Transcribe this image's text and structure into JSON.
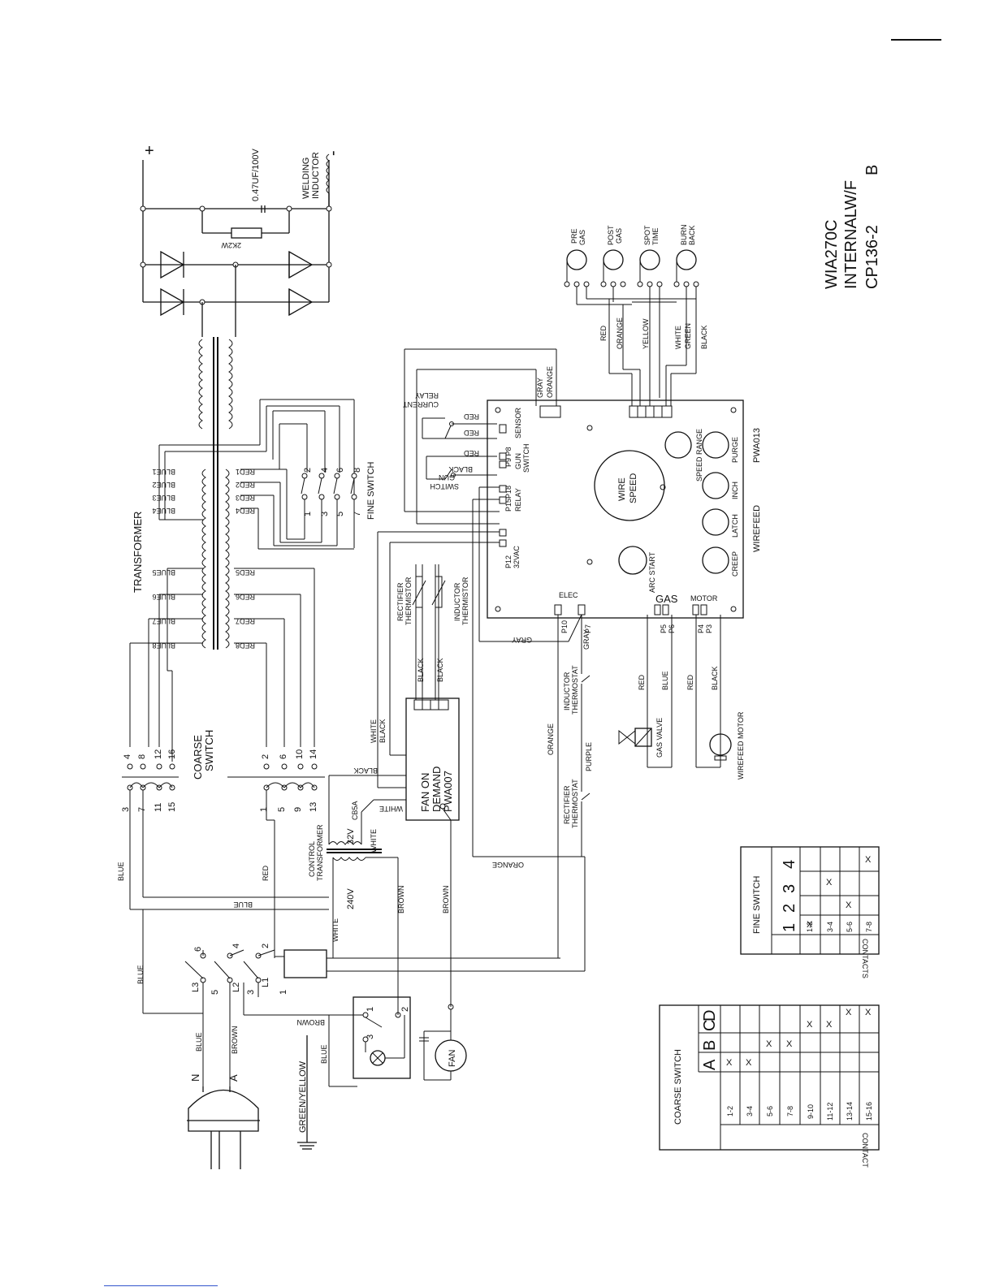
{
  "title": {
    "model": "WIA270C",
    "subtitle": "INTERNALW/F",
    "drawing_no": "CP136-2",
    "revision": "B"
  },
  "output": {
    "plus": "+",
    "minus": "-",
    "capacitor": "0.47UF/100V",
    "resistor": "2K2W",
    "inductor": "WELDING\nINDUCTOR"
  },
  "transformer": {
    "label": "TRANSFORMER",
    "blue_taps": [
      "BLUE1",
      "BLUE2",
      "BLUE3",
      "BLUE4",
      "BLUE5",
      "BLUE6",
      "BLUE7",
      "BLUE8"
    ],
    "red_taps": [
      "RED1",
      "RED2",
      "RED3",
      "RED4",
      "RED5",
      "RED6",
      "RED7",
      "RED8"
    ]
  },
  "fine_switch": {
    "label": "FINE SWITCH",
    "terminals": [
      "1",
      "2",
      "3",
      "4",
      "5",
      "6",
      "7",
      "8"
    ]
  },
  "coarse_switch": {
    "label": "COARSE SWITCH",
    "upper_terminals": [
      "4",
      "8",
      "12",
      "16",
      "3",
      "7",
      "11",
      "15"
    ],
    "lower_terminals": [
      "2",
      "6",
      "10",
      "14",
      "1",
      "5",
      "9",
      "13"
    ]
  },
  "wire_labels": {
    "blue": "BLUE",
    "red": "RED",
    "black": "BLACK",
    "white": "WHITE",
    "brown": "BROWN",
    "gray": "GRAY",
    "orange": "ORANGE",
    "purple": "PURPLE",
    "yellow": "YELLOW",
    "green": "GREEN",
    "green_yellow": "GREEN/YELLOW"
  },
  "control_transformer": {
    "label": "CONTROL TRANSFORMER",
    "secondary": "32V",
    "primary": "240V",
    "breaker": "CB5A"
  },
  "fan_board": {
    "line1": "FAN ON",
    "line2": "DEMAND",
    "line3": "PWA007",
    "fan": "FAN"
  },
  "thermistors": {
    "rectifier": "RECTIFIER THERMISTOR",
    "inductor": "INDUCTOR THERMISTOR"
  },
  "thermostats": {
    "inductor": "INDUCTOR THERMOSTAT",
    "rectifier": "RECTIFIER THERMOSTAT"
  },
  "main_board": {
    "name": "PWA013",
    "section": "WIREFEED",
    "wire_speed": "WIRE SPEED",
    "arc_start": "ARC START",
    "speed_range": "SPEED RANGE",
    "buttons": [
      "CREEP",
      "LATCH",
      "INCH",
      "PURGE"
    ],
    "connectors": {
      "p12": "P12",
      "vac": "32VAC",
      "relay": "RELAY",
      "p15p18": "P15P18",
      "gun_switch": "GUN SWITCH",
      "p9p8": "P9 P8",
      "sensor": "SENSOR",
      "elec": "ELEC",
      "p10": "P10",
      "p7": "P7",
      "gas": "GAS",
      "p5": "P5",
      "p6": "P6",
      "motor": "MOTOR",
      "p4": "P4",
      "p3": "P3"
    },
    "current_relay": "CURRENT RELAY",
    "gun_switch_ext": "GUN SWITCH"
  },
  "pots": [
    "PRE GAS",
    "POST GAS",
    "SPOT TIME",
    "BURN BACK"
  ],
  "peripherals": {
    "gas_valve": "GAS VALVE",
    "wirefeed_motor": "WIREFEED MOTOR"
  },
  "mains": {
    "n": "N",
    "a": "A",
    "terminals": [
      "L3",
      "L2",
      "L1",
      "6",
      "4",
      "2",
      "5",
      "3",
      "1"
    ],
    "switch_terms": [
      "1",
      "2",
      "3"
    ]
  },
  "fine_table": {
    "title": "FINE SWITCH",
    "header_label": "CONTACTS",
    "columns": [
      "1",
      "2",
      "3",
      "4"
    ],
    "rows": [
      {
        "contact": "1-2",
        "marks": [
          "X",
          "",
          "",
          ""
        ]
      },
      {
        "contact": "3-4",
        "marks": [
          "",
          "",
          "X",
          ""
        ]
      },
      {
        "contact": "5-6",
        "marks": [
          "",
          "X",
          "",
          ""
        ]
      },
      {
        "contact": "7-8",
        "marks": [
          "",
          "",
          "",
          "X"
        ]
      }
    ]
  },
  "coarse_table": {
    "title": "COARSE SWITCH",
    "header_label": "CONTACT",
    "columns": [
      "A",
      "B",
      "C",
      "D"
    ],
    "rows": [
      {
        "contact": "1-2",
        "marks": [
          "X",
          "",
          "",
          ""
        ]
      },
      {
        "contact": "3-4",
        "marks": [
          "X",
          "",
          "",
          ""
        ]
      },
      {
        "contact": "5-6",
        "marks": [
          "",
          "X",
          "",
          ""
        ]
      },
      {
        "contact": "7-8",
        "marks": [
          "",
          "X",
          "",
          ""
        ]
      },
      {
        "contact": "9-10",
        "marks": [
          "",
          "",
          "X",
          ""
        ]
      },
      {
        "contact": "11-12",
        "marks": [
          "",
          "",
          "X",
          ""
        ]
      },
      {
        "contact": "13-14",
        "marks": [
          "",
          "",
          "",
          "X"
        ]
      },
      {
        "contact": "15-16",
        "marks": [
          "",
          "",
          "",
          "X"
        ]
      }
    ]
  }
}
